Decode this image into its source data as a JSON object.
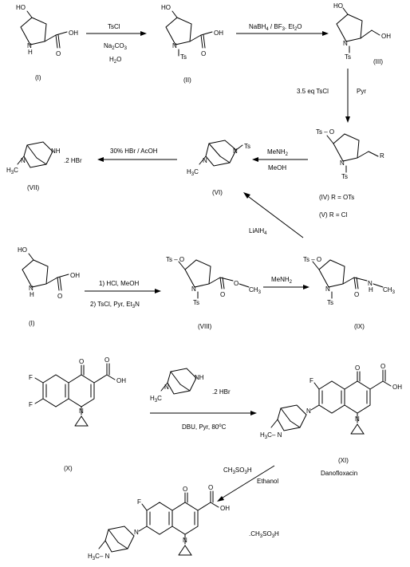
{
  "reagents": {
    "r1_top": "TsCl",
    "r1_a": "Na",
    "r1_b": "2",
    "r1_c": "CO",
    "r1_d": "3",
    "r1_e": "H",
    "r1_f": "2",
    "r1_g": "O",
    "r2_a": "NaBH",
    "r2_b": "4",
    "r2_c": " / BF",
    "r2_d": "3",
    "r2_e": ". Et",
    "r2_f": "2",
    "r2_g": "O",
    "r3_a": "3.5 eq TsCl",
    "r3_b": "Pyr",
    "r4_a": "MeNH",
    "r4_b": "2",
    "r4_c": "MeOH",
    "r5": "30% HBr / AcOH",
    "r6_a": "LiAlH",
    "r6_b": "4",
    "r7_a": "1) HCl, MeOH",
    "r7_b": "2) TsCl, Pyr, Et",
    "r7_c": "3",
    "r7_d": "N",
    "r8_a": "MeNH",
    "r8_b": "2",
    "r9_a": ".2 HBr",
    "r9_b": "DBU, Pyr, 80",
    "r9_c": "o",
    "r9_d": "C",
    "r10_a": "CH",
    "r10_b": "3",
    "r10_c": "SO",
    "r10_d": "3",
    "r10_e": "H",
    "r10_f": "Ethanol"
  },
  "compound_labels": {
    "c1": "(I)",
    "c2": "(II)",
    "c3": "(III)",
    "c4": "(IV)  R = OTs",
    "c5": "(V)   R = Cl",
    "c6": "(VI)",
    "c7": "(VII)",
    "c1b": "(I)",
    "c8": "(VIII)",
    "c9": "(IX)",
    "c10": "(X)",
    "c11": "(XI)",
    "c11_name": "Danofloxacin"
  },
  "atoms": {
    "ho": "HO",
    "oh": "OH",
    "o": "O",
    "n": "N",
    "h": "H",
    "nh": "NH",
    "ts": "Ts",
    "ts_o": "Ts – O",
    "r": "R",
    "f": "F",
    "h3c_n": "H",
    "h3c_n2": "3",
    "h3c_n3": "C",
    "h3c_n4": "– N",
    "ch3": "CH",
    "ch3_sub": "3",
    "hbr_2": ".2 HBr",
    "salt_a": ".CH",
    "salt_b": "3",
    "salt_c": "SO",
    "salt_d": "3",
    "salt_e": "H"
  }
}
